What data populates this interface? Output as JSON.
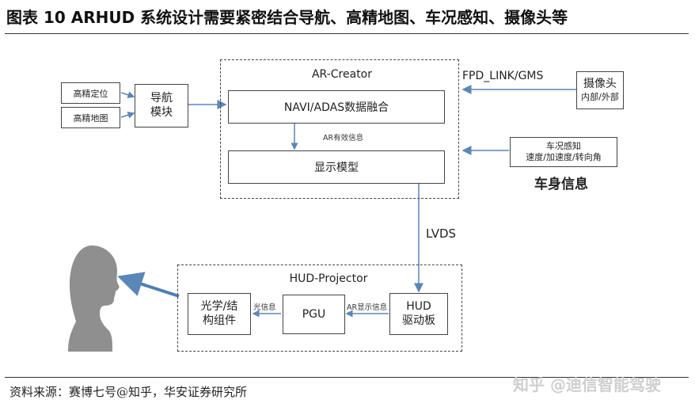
{
  "header": {
    "title": "图表 10 ARHUD 系统设计需要紧密结合导航、高精地图、车况感知、摄像头等"
  },
  "diagram": {
    "ar_creator": {
      "title": "AR-Creator",
      "fusion": "NAVI/ADAS数据融合",
      "arrow_label": "AR有效信息",
      "display_model": "显示模型"
    },
    "inputs": {
      "hd_positioning": "高精定位",
      "hd_map": "高精地图",
      "nav_module_line1": "导航",
      "nav_module_line2": "模块"
    },
    "camera": {
      "link_label": "FPD_LINK/GMS",
      "title": "摄像头",
      "subtitle": "内部/外部"
    },
    "vehicle": {
      "title": "车况感知",
      "subtitle": "速度/加速度/转向角",
      "caption": "车身信息"
    },
    "lvds_label": "LVDS",
    "hud_projector": {
      "title": "HUD-Projector",
      "optics_line1": "光学/结",
      "optics_line2": "构组件",
      "light_label": "光信息",
      "pgu": "PGU",
      "ar_display_label": "AR显示信息",
      "hud_board_line1": "HUD",
      "hud_board_line2": "驱动板"
    }
  },
  "footer": {
    "source": "资料来源：赛博七号@知乎，华安证券研究所",
    "watermark": "知乎 @迪信智能驾驶"
  }
}
